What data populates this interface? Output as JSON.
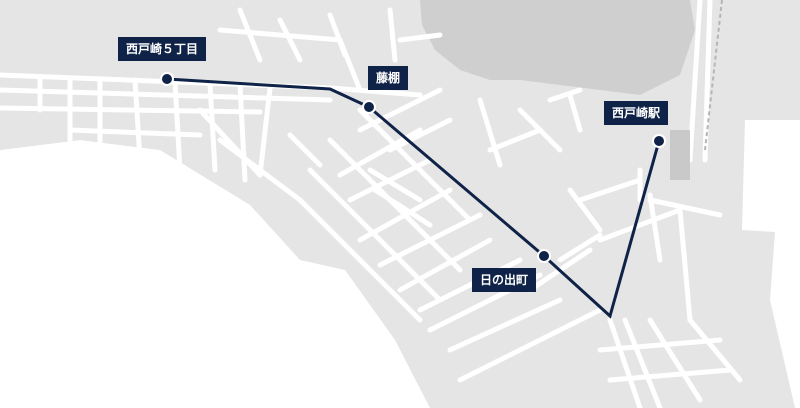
{
  "map": {
    "colors": {
      "land": "#e5e5e5",
      "water": "#ffffff",
      "lake": "#cfcfcf",
      "road": "#ffffff",
      "route": "#0f2247",
      "label_bg": "#0f2247",
      "label_text": "#ffffff"
    },
    "route": {
      "name": ""
    },
    "stops": [
      {
        "name": "西戸崎５丁目"
      },
      {
        "name": "藤棚"
      },
      {
        "name": "日の出町"
      },
      {
        "name": "西戸崎駅"
      }
    ]
  }
}
